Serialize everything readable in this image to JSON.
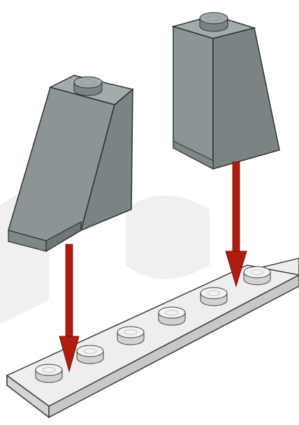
{
  "illustration": {
    "kind": "building-instruction-step",
    "parts": [
      {
        "name": "slope-brick-left",
        "type": "slope brick",
        "count": 1,
        "color": "#8c9496"
      },
      {
        "name": "slope-brick-right",
        "type": "slope brick",
        "count": 1,
        "color": "#8c9496"
      },
      {
        "name": "base-plate",
        "type": "plate 1x6",
        "studs": 6,
        "color": "#e6e6e6"
      }
    ],
    "arrows": {
      "count": 2,
      "direction": "down",
      "color": "#b01c10"
    },
    "colors": {
      "background": "#ffffff",
      "slope_front": "#8c9496",
      "slope_side": "#7b8385",
      "slope_top": "#a3abad",
      "plate_top": "#ededed",
      "plate_side": "#d4d4d4",
      "arrow": "#b01c10",
      "outline": "#3a3e40"
    }
  }
}
